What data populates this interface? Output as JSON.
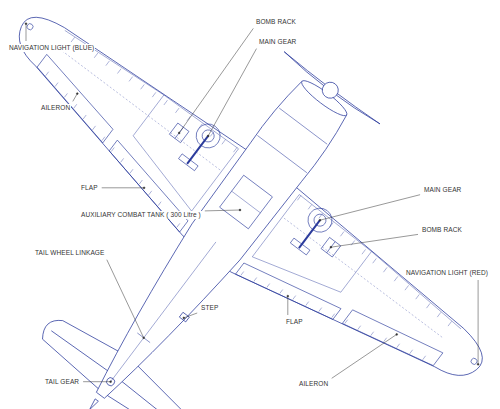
{
  "diagram": {
    "labels": [
      "NAVIGATION LIGHT (BLUE)",
      "AILERON",
      "BOMB RACK",
      "MAIN GEAR",
      "FLAP",
      "AUXILIARY COMBAT TANK ( 300 Litre )",
      "TAIL WHEEL LINKAGE",
      "STEP",
      "FLAP",
      "TAIL GEAR",
      "MAIN GEAR",
      "BOMB RACK",
      "NAVIGATION LIGHT (RED)",
      "AILERON"
    ]
  }
}
